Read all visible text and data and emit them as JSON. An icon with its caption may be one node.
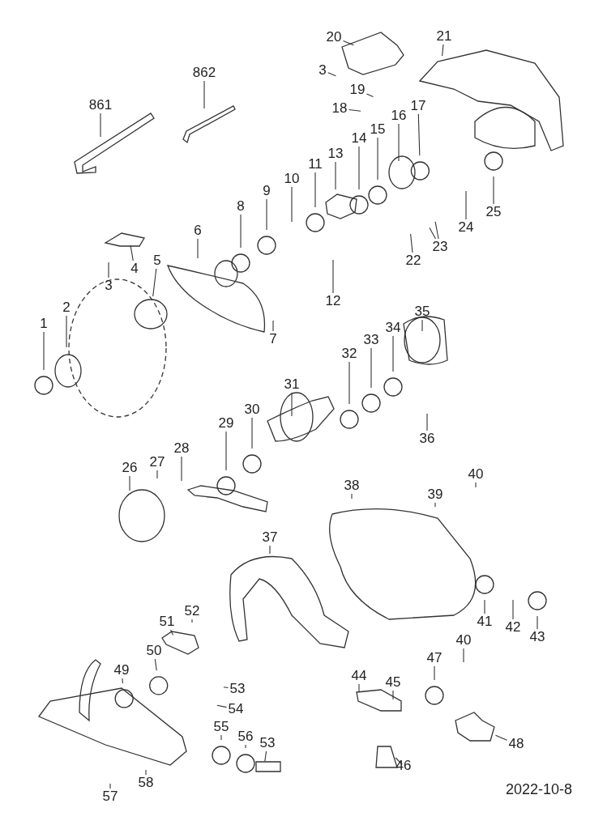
{
  "diagram": {
    "nodes": [
      {
        "text": [
          "20"
        ]
      },
      {
        "text": [
          "21"
        ]
      },
      {
        "text": [
          "3"
        ]
      },
      {
        "text": [
          "19"
        ]
      },
      {
        "text": [
          "18"
        ]
      },
      {
        "text": [
          "17"
        ]
      },
      {
        "text": [
          "16"
        ]
      },
      {
        "text": [
          "15"
        ]
      },
      {
        "text": [
          "14"
        ]
      },
      {
        "text": [
          "862"
        ]
      },
      {
        "text": [
          "861"
        ]
      },
      {
        "text": [
          "13"
        ]
      },
      {
        "text": [
          "11"
        ]
      },
      {
        "text": [
          "10"
        ]
      },
      {
        "text": [
          "9"
        ]
      },
      {
        "text": [
          "8"
        ]
      },
      {
        "text": [
          "6"
        ]
      },
      {
        "text": [
          "4"
        ]
      },
      {
        "text": [
          "3"
        ]
      },
      {
        "text": [
          "5"
        ]
      },
      {
        "text": [
          "12"
        ]
      },
      {
        "text": [
          "22"
        ]
      },
      {
        "text": [
          "23"
        ]
      },
      {
        "text": [
          "24"
        ]
      },
      {
        "text": [
          "25"
        ]
      },
      {
        "text": [
          "7"
        ]
      },
      {
        "text": [
          "2"
        ]
      },
      {
        "text": [
          "1"
        ]
      },
      {
        "text": [
          "35"
        ]
      },
      {
        "text": [
          "34"
        ]
      },
      {
        "text": [
          "33"
        ]
      },
      {
        "text": [
          "32"
        ]
      },
      {
        "text": [
          "31"
        ]
      },
      {
        "text": [
          "30"
        ]
      },
      {
        "text": [
          "29"
        ]
      },
      {
        "text": [
          "28"
        ]
      },
      {
        "text": [
          "27"
        ]
      },
      {
        "text": [
          "26"
        ]
      },
      {
        "text": [
          "36"
        ]
      },
      {
        "text": [
          "40"
        ]
      },
      {
        "text": [
          "39"
        ]
      },
      {
        "text": [
          "38"
        ]
      },
      {
        "text": [
          "37"
        ]
      },
      {
        "text": [
          "41"
        ]
      },
      {
        "text": [
          "42"
        ]
      },
      {
        "text": [
          "43"
        ]
      },
      {
        "text": [
          "52"
        ]
      },
      {
        "text": [
          "51"
        ]
      },
      {
        "text": [
          "50"
        ]
      },
      {
        "text": [
          "49"
        ]
      },
      {
        "text": [
          "53"
        ]
      },
      {
        "text": [
          "54"
        ]
      },
      {
        "text": [
          "40"
        ]
      },
      {
        "text": [
          "47"
        ]
      },
      {
        "text": [
          "44"
        ]
      },
      {
        "text": [
          "45"
        ]
      },
      {
        "text": [
          "55"
        ]
      },
      {
        "text": [
          "56"
        ]
      },
      {
        "text": [
          "53"
        ]
      },
      {
        "text": [
          "48"
        ]
      },
      {
        "text": [
          "46"
        ]
      },
      {
        "text": [
          "58"
        ]
      },
      {
        "text": [
          "57"
        ]
      }
    ],
    "edges": [
      {
        "from": 0,
        "to": null,
        "arrow": "none"
      },
      {
        "from": 1,
        "to": null,
        "arrow": "none"
      },
      {
        "from": 2,
        "to": null,
        "arrow": "none"
      },
      {
        "from": 3,
        "to": null,
        "arrow": "none"
      },
      {
        "from": 4,
        "to": null,
        "arrow": "none"
      },
      {
        "from": 5,
        "to": null,
        "arrow": "none"
      },
      {
        "from": 6,
        "to": null,
        "arrow": "none"
      },
      {
        "from": 7,
        "to": null,
        "arrow": "none"
      },
      {
        "from": 8,
        "to": null,
        "arrow": "none"
      },
      {
        "from": 9,
        "to": null,
        "arrow": "none"
      },
      {
        "from": 10,
        "to": null,
        "arrow": "none"
      },
      {
        "from": 11,
        "to": null,
        "arrow": "none"
      },
      {
        "from": 12,
        "to": null,
        "arrow": "none"
      },
      {
        "from": 13,
        "to": null,
        "arrow": "none"
      },
      {
        "from": 14,
        "to": null,
        "arrow": "none"
      },
      {
        "from": 15,
        "to": null,
        "arrow": "none"
      },
      {
        "from": 16,
        "to": null,
        "arrow": "none"
      },
      {
        "from": 17,
        "to": null,
        "arrow": "none"
      },
      {
        "from": 18,
        "to": null,
        "arrow": "none"
      },
      {
        "from": 19,
        "to": null,
        "arrow": "none"
      },
      {
        "from": 20,
        "to": null,
        "arrow": "none"
      },
      {
        "from": 21,
        "to": null,
        "arrow": "none"
      },
      {
        "from": 22,
        "to": null,
        "arrow": "none"
      },
      {
        "from": 22,
        "to": null,
        "arrow": "none"
      },
      {
        "from": 23,
        "to": null,
        "arrow": "none"
      },
      {
        "from": 24,
        "to": null,
        "arrow": "none"
      },
      {
        "from": 25,
        "to": null,
        "arrow": "none"
      },
      {
        "from": 26,
        "to": null,
        "arrow": "none"
      },
      {
        "from": 27,
        "to": null,
        "arrow": "none"
      },
      {
        "from": 28,
        "to": null,
        "arrow": "none"
      },
      {
        "from": 29,
        "to": null,
        "arrow": "none"
      },
      {
        "from": 30,
        "to": null,
        "arrow": "none"
      },
      {
        "from": 31,
        "to": null,
        "arrow": "none"
      },
      {
        "from": 32,
        "to": null,
        "arrow": "none"
      },
      {
        "from": 33,
        "to": null,
        "arrow": "none"
      },
      {
        "from": 34,
        "to": null,
        "arrow": "none"
      },
      {
        "from": 35,
        "to": null,
        "arrow": "none"
      },
      {
        "from": 36,
        "to": null,
        "arrow": "none"
      },
      {
        "from": 37,
        "to": null,
        "arrow": "none"
      },
      {
        "from": 38,
        "to": null,
        "arrow": "none"
      },
      {
        "from": 39,
        "to": null,
        "arrow": "none"
      },
      {
        "from": 40,
        "to": null,
        "arrow": "none"
      },
      {
        "from": 41,
        "to": null,
        "arrow": "none"
      },
      {
        "from": 42,
        "to": null,
        "arrow": "none"
      },
      {
        "from": 43,
        "to": null,
        "arrow": "none"
      },
      {
        "from": 44,
        "to": null,
        "arrow": "none"
      },
      {
        "from": 45,
        "to": null,
        "arrow": "none"
      },
      {
        "from": 46,
        "to": null,
        "arrow": "none"
      },
      {
        "from": 47,
        "to": null,
        "arrow": "none"
      },
      {
        "from": 48,
        "to": null,
        "arrow": "none"
      },
      {
        "from": 49,
        "to": null,
        "arrow": "none"
      },
      {
        "from": 50,
        "to": null,
        "arrow": "none"
      },
      {
        "from": 51,
        "to": null,
        "arrow": "none"
      },
      {
        "from": 52,
        "to": null,
        "arrow": "none"
      },
      {
        "from": 53,
        "to": null,
        "arrow": "none"
      },
      {
        "from": 54,
        "to": null,
        "arrow": "none"
      },
      {
        "from": 55,
        "to": null,
        "arrow": "none"
      },
      {
        "from": 56,
        "to": null,
        "arrow": "none"
      },
      {
        "from": 57,
        "to": null,
        "arrow": "none"
      },
      {
        "from": 58,
        "to": null,
        "arrow": "none"
      },
      {
        "from": 59,
        "to": null,
        "arrow": "none"
      },
      {
        "from": 60,
        "to": null,
        "arrow": "none"
      },
      {
        "from": 61,
        "to": null,
        "arrow": "none"
      },
      {
        "from": 62,
        "to": null,
        "arrow": "none"
      }
    ],
    "labels": [
      "2022-10-8"
    ]
  }
}
